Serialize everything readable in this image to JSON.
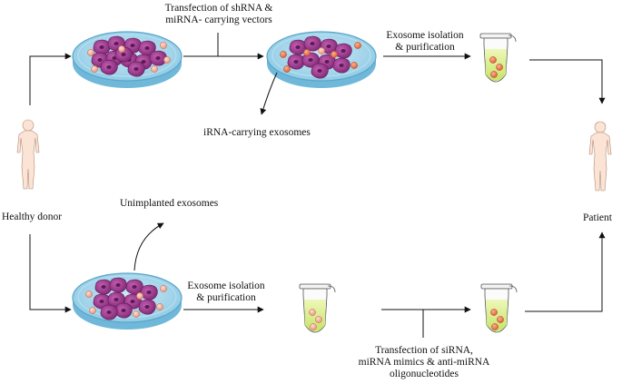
{
  "labels": {
    "transfection_shrna": [
      "Transfection of shRNA &",
      "miRNA- carrying vectors"
    ],
    "exosome_isolation_top": [
      "Exosome isolation",
      "& purification"
    ],
    "irna_exosomes": "iRNA-carrying exosomes",
    "healthy_donor": "Healthy donor",
    "patient": "Patient",
    "unimplanted_exosomes": "Unimplanted exosomes",
    "exosome_isolation_bottom": [
      "Exosome isolation",
      "& purification"
    ],
    "transfection_sirna": [
      "Transfection of siRNA,",
      "miRNA mimics & anti-miRNA",
      "oligonucleotides"
    ]
  },
  "colors": {
    "dish_fill": "#9fd3ea",
    "dish_rim": "#6fb8d9",
    "cell": "#8b2e7e",
    "cell_light": "#b1489f",
    "exosome_peach": "#f3b3a0",
    "exosome_orange": "#e8734f",
    "tube_liquid": "#d7ee88",
    "arrow": "#111111",
    "human_skin": "#fbe4d6"
  }
}
